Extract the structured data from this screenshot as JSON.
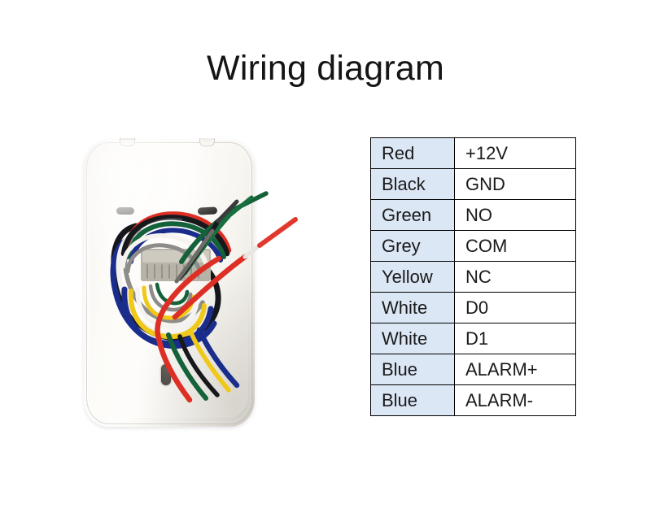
{
  "page": {
    "title": "Wiring diagram",
    "background_color": "#ffffff"
  },
  "device": {
    "name": "access control reader back panel",
    "body_color": "#fbfaf7",
    "parts": {
      "mount_notch_left": "mounting notch",
      "mount_notch_right": "mounting notch",
      "vent_slot_left": "slot",
      "vent_slot_right": "slot",
      "tamper_slot": "tamper switch slot"
    },
    "wires": [
      {
        "label": "Red",
        "color": "#e03127"
      },
      {
        "label": "Black",
        "color": "#1a1a1a"
      },
      {
        "label": "Green",
        "color": "#14613a"
      },
      {
        "label": "Grey",
        "color": "#6e6e6e"
      },
      {
        "label": "Yellow",
        "color": "#f2ce1d"
      },
      {
        "label": "White",
        "color": "#f4f3ef"
      },
      {
        "label": "Blue",
        "color": "#1c2f8f"
      }
    ]
  },
  "table": {
    "name": "wiring pinout table",
    "header_fill": "#dce7f6",
    "border_color": "#000000",
    "rows": [
      {
        "wire": "Red",
        "function": "+12V"
      },
      {
        "wire": "Black",
        "function": "GND"
      },
      {
        "wire": "Green",
        "function": "NO"
      },
      {
        "wire": "Grey",
        "function": "COM"
      },
      {
        "wire": "Yellow",
        "function": "NC"
      },
      {
        "wire": "White",
        "function": "D0"
      },
      {
        "wire": "White",
        "function": "D1"
      },
      {
        "wire": "Blue",
        "function": "ALARM+"
      },
      {
        "wire": "Blue",
        "function": "ALARM-"
      }
    ]
  }
}
